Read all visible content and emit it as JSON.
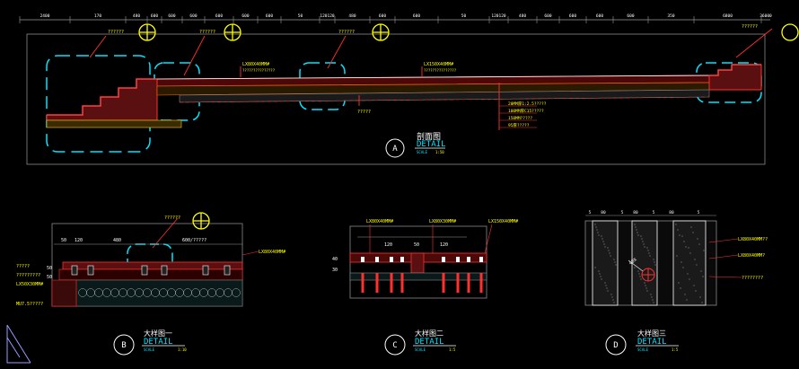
{
  "top_dims": {
    "values": [
      "2400",
      "170",
      "480",
      "600",
      "600",
      "600",
      "600",
      "600",
      "600",
      "50",
      "120120",
      "480",
      "600",
      "600",
      "50",
      "120120",
      "480",
      "600",
      "600",
      "600",
      "600",
      "350",
      "6800",
      "36000"
    ]
  },
  "section_a": {
    "title": "剖面图",
    "detail": "DETAIL",
    "scale": "SCALE",
    "scale_val": "1:50",
    "letter": "A",
    "note_q1": "??????",
    "note_q2": "??????",
    "note_q3": "??????",
    "note_q4": "??????",
    "label_mid1": "LX80X40MM#",
    "label_mid2": "LX150X40MM#",
    "label_small": "???????????????",
    "label_q": "?????",
    "layers": [
      "20MM厚1:2.5?????",
      "100MM厚C15?????",
      "150MM?????",
      "95厚?????"
    ]
  },
  "detail_b": {
    "title": "大样图一",
    "detail": "DETAIL",
    "scale": "SCALE",
    "scale_val": "1:10",
    "letter": "B",
    "note_q": "??????",
    "dims": [
      "50",
      "120",
      "480",
      "600/?????"
    ],
    "side_dims": [
      "50",
      "50"
    ],
    "labels_left": [
      "?????",
      "?????????",
      "LX50X30MM#",
      "MU7.5?????"
    ],
    "label_right": "LX80X40MM#"
  },
  "detail_c": {
    "title": "大样图二",
    "detail": "DETAIL",
    "scale": "SCALE",
    "scale_val": "1:5",
    "letter": "C",
    "labels_top": [
      "LX80X40MM#",
      "LX80X30MM#"
    ],
    "label_right": "LX150X40MM#",
    "dims": [
      "120",
      "50",
      "120"
    ],
    "side_dims": [
      "40",
      "30"
    ]
  },
  "detail_d": {
    "title": "大样图三",
    "detail": "DETAIL",
    "scale": "SCALE",
    "scale_val": "1:5",
    "letter": "D",
    "dims": [
      "5",
      "80",
      "5",
      "80",
      "5",
      "80",
      "5"
    ],
    "labels_right": [
      "LX80X40MM??",
      "LX80X40MM?",
      "????????"
    ],
    "angle": "40X"
  }
}
